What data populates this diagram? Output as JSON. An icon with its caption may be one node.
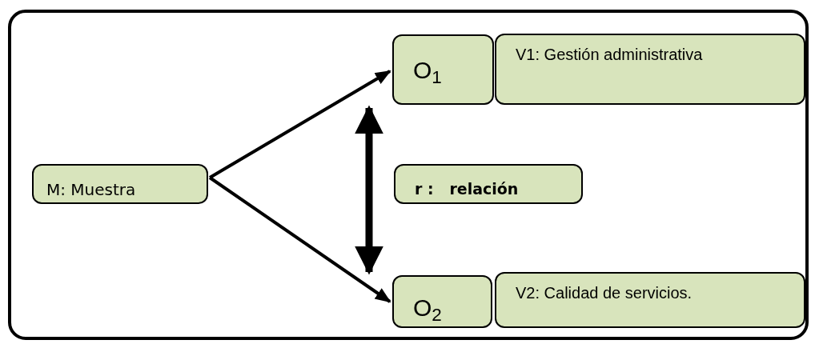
{
  "diagram": {
    "nodes": [
      {
        "text": [
          "M: Muestra"
        ]
      },
      {
        "text": [
          "O$_{1}$"
        ]
      },
      {
        "text": [
          "V1: Gestión administrativa"
        ]
      },
      {
        "text": [
          "r :   relación"
        ]
      },
      {
        "text": [
          "O$_{2}$"
        ]
      },
      {
        "text": [
          "V2: Calidad de servicios."
        ]
      }
    ],
    "edges": [
      {
        "from": 0,
        "to": 1,
        "arrow": "to"
      },
      {
        "from": 0,
        "to": 4,
        "arrow": "to"
      },
      {
        "from": 1,
        "to": 4,
        "arrow": "both",
        "style": "thick"
      }
    ]
  }
}
